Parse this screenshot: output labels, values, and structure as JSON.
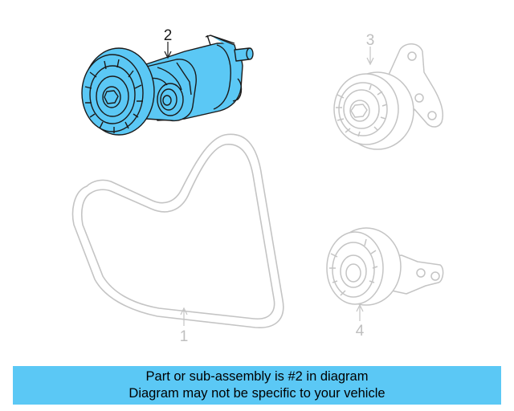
{
  "callouts": {
    "part_1": "1",
    "part_2": "2",
    "part_3": "3",
    "part_4": "4"
  },
  "highlighted_part": "2",
  "colors": {
    "highlight_fill": "#5bc8f5",
    "highlight_stroke": "#1a1a1a",
    "ghost_stroke": "#c4c4c4",
    "caption_bg": "#5bc8f5"
  },
  "caption": {
    "line1": "Part or sub-assembly is #2 in diagram",
    "line2": "Diagram may not be specific to your vehicle"
  }
}
